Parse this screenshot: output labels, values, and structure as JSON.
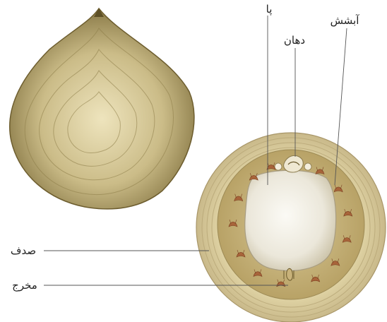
{
  "labels": {
    "foot": "پا",
    "mouth": "دهان",
    "gills": "آبشش",
    "shell": "صدف",
    "anus": "مخرج"
  },
  "colors": {
    "shell_light": "#e6dcae",
    "shell_dark": "#6f5f30",
    "mantle": "#c9b67c",
    "foot": "#efece2",
    "gill": "#a8643a",
    "line": "#555555"
  }
}
